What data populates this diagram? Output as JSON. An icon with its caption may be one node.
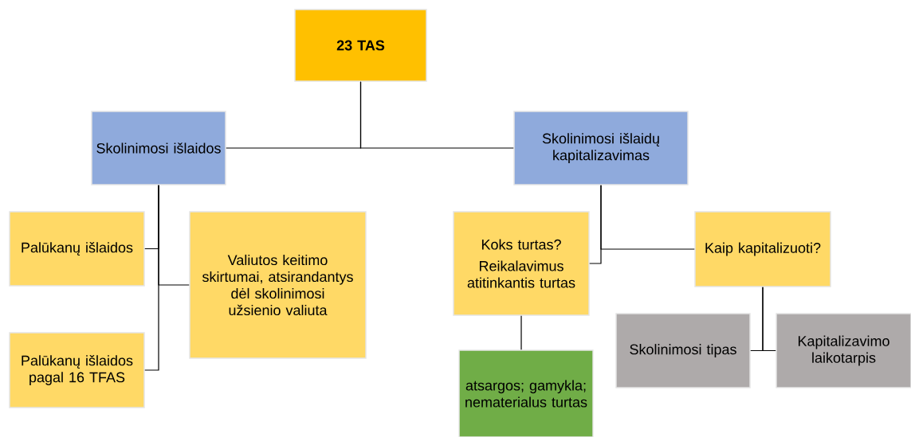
{
  "diagram": {
    "nodes": [
      {
        "text": [
          "23 TAS"
        ]
      },
      {
        "text": [
          "Skolinimosi išlaidos"
        ]
      },
      {
        "text": [
          "Skolinimosi išlaidų kapitalizavimas"
        ]
      },
      {
        "text": [
          "Palūkanų išlaidos"
        ]
      },
      {
        "text": [
          "Valiutos keitimo skirtumai, atsirandantys dėl skolinimosi užsienio valiuta"
        ]
      },
      {
        "text": [
          "Palūkanų išlaidos pagal 16 TFAS"
        ]
      },
      {
        "text": [
          "Koks turtas?",
          "Reikalavimus atitinkantis turtas"
        ]
      },
      {
        "text": [
          "Kaip kapitalizuoti?"
        ]
      },
      {
        "text": [
          "atsargos; gamykla; nematerialus turtas"
        ]
      },
      {
        "text": [
          "Skolinimosi tipas"
        ]
      },
      {
        "text": [
          "Kapitalizavimo laikotarpis"
        ]
      }
    ],
    "edges": [
      {
        "from": 0,
        "to": 1,
        "arrow": "none"
      },
      {
        "from": 0,
        "to": 2,
        "arrow": "none"
      },
      {
        "from": 1,
        "to": 3,
        "arrow": "none"
      },
      {
        "from": 1,
        "to": 4,
        "arrow": "none"
      },
      {
        "from": 1,
        "to": 5,
        "arrow": "none"
      },
      {
        "from": 2,
        "to": 6,
        "arrow": "none"
      },
      {
        "from": 2,
        "to": 7,
        "arrow": "none"
      },
      {
        "from": 6,
        "to": 8,
        "arrow": "none"
      },
      {
        "from": 7,
        "to": 9,
        "arrow": "none"
      },
      {
        "from": 7,
        "to": 10,
        "arrow": "none"
      }
    ]
  }
}
